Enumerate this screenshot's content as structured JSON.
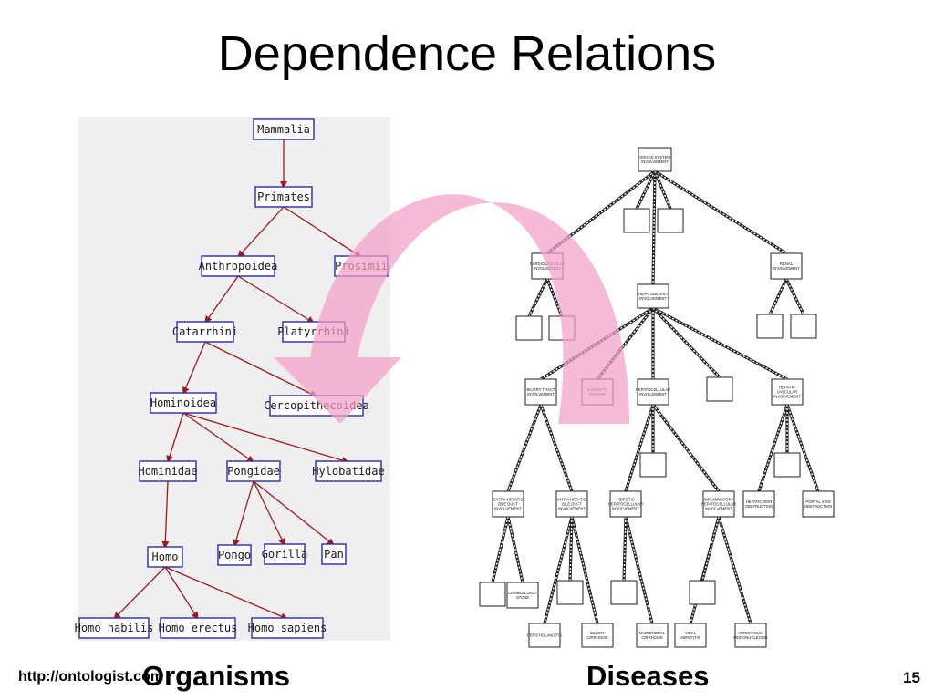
{
  "title": "Dependence Relations",
  "footer": {
    "url": "http://ontologist.com",
    "page_number": "15"
  },
  "captions": {
    "left": "Organisms",
    "right": "Diseases"
  },
  "colors": {
    "taxonomy_edge": "#a01818",
    "taxonomy_box": "#2a2ab0",
    "arrow_fill": "#f2a0c8",
    "panel_bg": "#efefef"
  },
  "taxonomy": {
    "nodes": [
      "Mammalia",
      "Primates",
      "Anthropoidea",
      "Prosimii",
      "Catarrhini",
      "Platyrrhini",
      "Hominoidea",
      "Cercopithecoidea",
      "Hominidae",
      "Pongidae",
      "Hylobatidae",
      "Homo",
      "Pongo",
      "Gorilla",
      "Pan",
      "Homo habilis",
      "Homo erectus",
      "Homo sapiens"
    ]
  },
  "disease_tree": {
    "nodes": [
      "ORGAN SYSTEM INVOLVEMENT",
      "CARDIOVASCULAR INVOLVEMENT",
      "HEPATOBILIARY INVOLVEMENT",
      "RENAL INVOLVEMENT",
      "BILIARY TRACT INVOLVEMENT",
      "GILBERT'S DISEASE",
      "HEPATOCELLULAR INVOLVEMENT",
      "HEPATIC VASCULAR INVOLVEMENT",
      "EXTRA-HEPATIC BILE DUCT INVOLVEMENT",
      "INTRA-HEPATIC BILE DUCT INVOLVEMENT",
      "FIBROTIC HEPATOCELLULAR INVOLVEMENT",
      "INFLAMMATORY HEPATOCELLULAR INVOLVEMENT",
      "HEPATIC VEIN OBSTRUCTION",
      "PORTAL VEIN OBSTRUCTION",
      "COMMON DUCT STONE",
      "PERICHOLANGITIS",
      "BILIARY CIRRHOSIS",
      "MICRONODAL CIRRHOSIS",
      "VIRAL HEPATITIS",
      "INFECTIOUS MONONUCLEOSIS"
    ]
  }
}
